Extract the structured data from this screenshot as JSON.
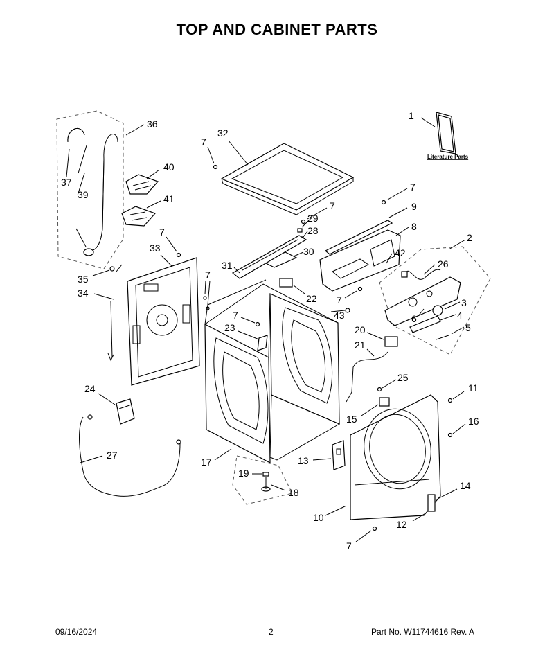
{
  "title": "TOP AND CABINET PARTS",
  "footer": {
    "date": "09/16/2024",
    "page": "2",
    "part_number": "Part No.  W11744616  Rev.  A"
  },
  "literature_label": "Literature Parts",
  "callouts": [
    {
      "id": "c1",
      "label": "1"
    },
    {
      "id": "c2",
      "label": "2"
    },
    {
      "id": "c3",
      "label": "3"
    },
    {
      "id": "c4",
      "label": "4"
    },
    {
      "id": "c5",
      "label": "5"
    },
    {
      "id": "c6",
      "label": "6"
    },
    {
      "id": "c7a",
      "label": "7"
    },
    {
      "id": "c7b",
      "label": "7"
    },
    {
      "id": "c7c",
      "label": "7"
    },
    {
      "id": "c7d",
      "label": "7"
    },
    {
      "id": "c7e",
      "label": "7"
    },
    {
      "id": "c7f",
      "label": "7"
    },
    {
      "id": "c7g",
      "label": "7"
    },
    {
      "id": "c7h",
      "label": "7"
    },
    {
      "id": "c8",
      "label": "8"
    },
    {
      "id": "c9",
      "label": "9"
    },
    {
      "id": "c10",
      "label": "10"
    },
    {
      "id": "c11",
      "label": "11"
    },
    {
      "id": "c12",
      "label": "12"
    },
    {
      "id": "c13",
      "label": "13"
    },
    {
      "id": "c14",
      "label": "14"
    },
    {
      "id": "c15",
      "label": "15"
    },
    {
      "id": "c16",
      "label": "16"
    },
    {
      "id": "c17",
      "label": "17"
    },
    {
      "id": "c18",
      "label": "18"
    },
    {
      "id": "c19",
      "label": "19"
    },
    {
      "id": "c20",
      "label": "20"
    },
    {
      "id": "c21",
      "label": "21"
    },
    {
      "id": "c22",
      "label": "22"
    },
    {
      "id": "c23",
      "label": "23"
    },
    {
      "id": "c24",
      "label": "24"
    },
    {
      "id": "c25",
      "label": "25"
    },
    {
      "id": "c26",
      "label": "26"
    },
    {
      "id": "c27",
      "label": "27"
    },
    {
      "id": "c28",
      "label": "28"
    },
    {
      "id": "c29",
      "label": "29"
    },
    {
      "id": "c30",
      "label": "30"
    },
    {
      "id": "c31",
      "label": "31"
    },
    {
      "id": "c32",
      "label": "32"
    },
    {
      "id": "c33",
      "label": "33"
    },
    {
      "id": "c34",
      "label": "34"
    },
    {
      "id": "c35",
      "label": "35"
    },
    {
      "id": "c36",
      "label": "36"
    },
    {
      "id": "c37",
      "label": "37"
    },
    {
      "id": "c39",
      "label": "39"
    },
    {
      "id": "c40",
      "label": "40"
    },
    {
      "id": "c41",
      "label": "41"
    },
    {
      "id": "c42",
      "label": "42"
    },
    {
      "id": "c43",
      "label": "43"
    }
  ]
}
